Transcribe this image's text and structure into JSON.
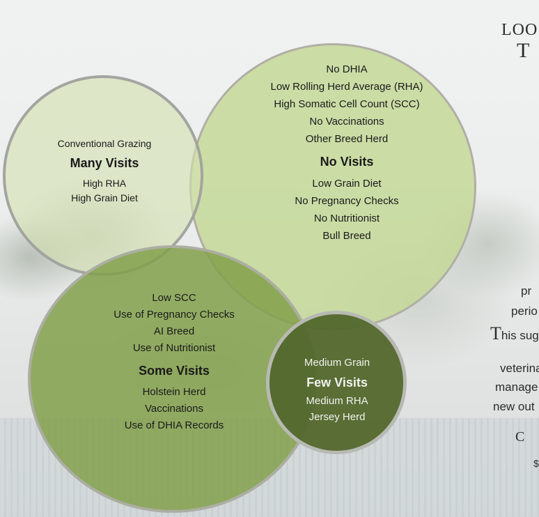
{
  "circles": {
    "no_visits": {
      "top_items": [
        "No DHIA",
        "Low Rolling Herd Average (RHA)",
        "High Somatic Cell Count (SCC)",
        "No Vaccinations",
        "Other Breed Herd"
      ],
      "heading": "No Visits",
      "bottom_items": [
        "Low Grain Diet",
        "No Pregnancy Checks",
        "No Nutritionist",
        "Bull Breed"
      ]
    },
    "many_visits": {
      "top_items": [
        "Conventional Grazing"
      ],
      "heading": "Many Visits",
      "bottom_items": [
        "High RHA",
        "High Grain Diet"
      ]
    },
    "some_visits": {
      "top_items": [
        "Low SCC",
        "Use of Pregnancy Checks",
        "AI Breed",
        "Use of Nutritionist"
      ],
      "heading": "Some Visits",
      "bottom_items": [
        "Holstein Herd",
        "Vaccinations",
        "Use of DHIA Records"
      ]
    },
    "few_visits": {
      "top_items": [
        "Medium Grain"
      ],
      "heading": "Few Visits",
      "bottom_items": [
        "Medium RHA",
        "Jersey Herd"
      ]
    }
  },
  "side_text": {
    "line1": "LOO",
    "line2": "T",
    "line3": "pr",
    "line4": "perio",
    "line5_cap": "T",
    "line5": "his sug",
    "line6": "veterina",
    "line7": "manage",
    "line8": "new out",
    "line9": "C",
    "line10": "$"
  },
  "colors": {
    "no_visits_fill": "#c4d898",
    "many_visits_fill": "#d3e1b0",
    "some_visits_fill": "#82a04b",
    "few_visits_fill": "#52672c"
  }
}
